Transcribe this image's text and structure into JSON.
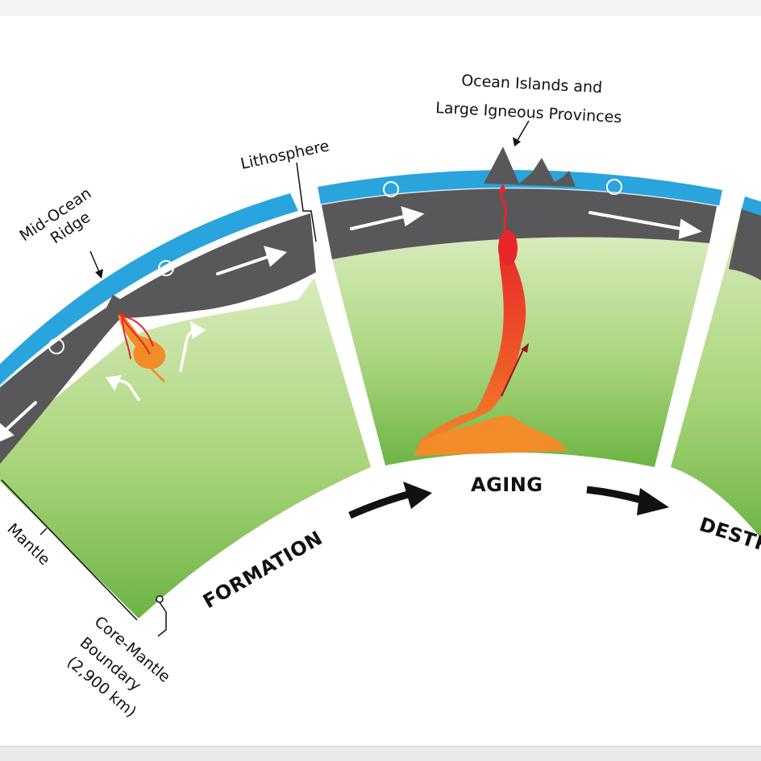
{
  "labels": {
    "mid_ocean_ridge_1": "Mid-Ocean",
    "mid_ocean_ridge_2": "Ridge",
    "lithosphere": "Lithosphere",
    "ocean_islands_1": "Ocean Islands and",
    "ocean_islands_2": "Large Igneous Provinces",
    "mantle": "Mantle",
    "cmb_1": "Core-Mantle",
    "cmb_2": "Boundary",
    "cmb_3": "(2,900 km)"
  },
  "stages": {
    "formation": "FORMATION",
    "aging": "AGING",
    "destruction": "DESTRUCTION"
  },
  "colors": {
    "ocean": "#2aa4dc",
    "lithosphere": "#58585a",
    "mantle_light": "#d2e8b2",
    "mantle_dark": "#6cb444",
    "magma": "#f28c28",
    "plume_red": "#e8262a"
  }
}
